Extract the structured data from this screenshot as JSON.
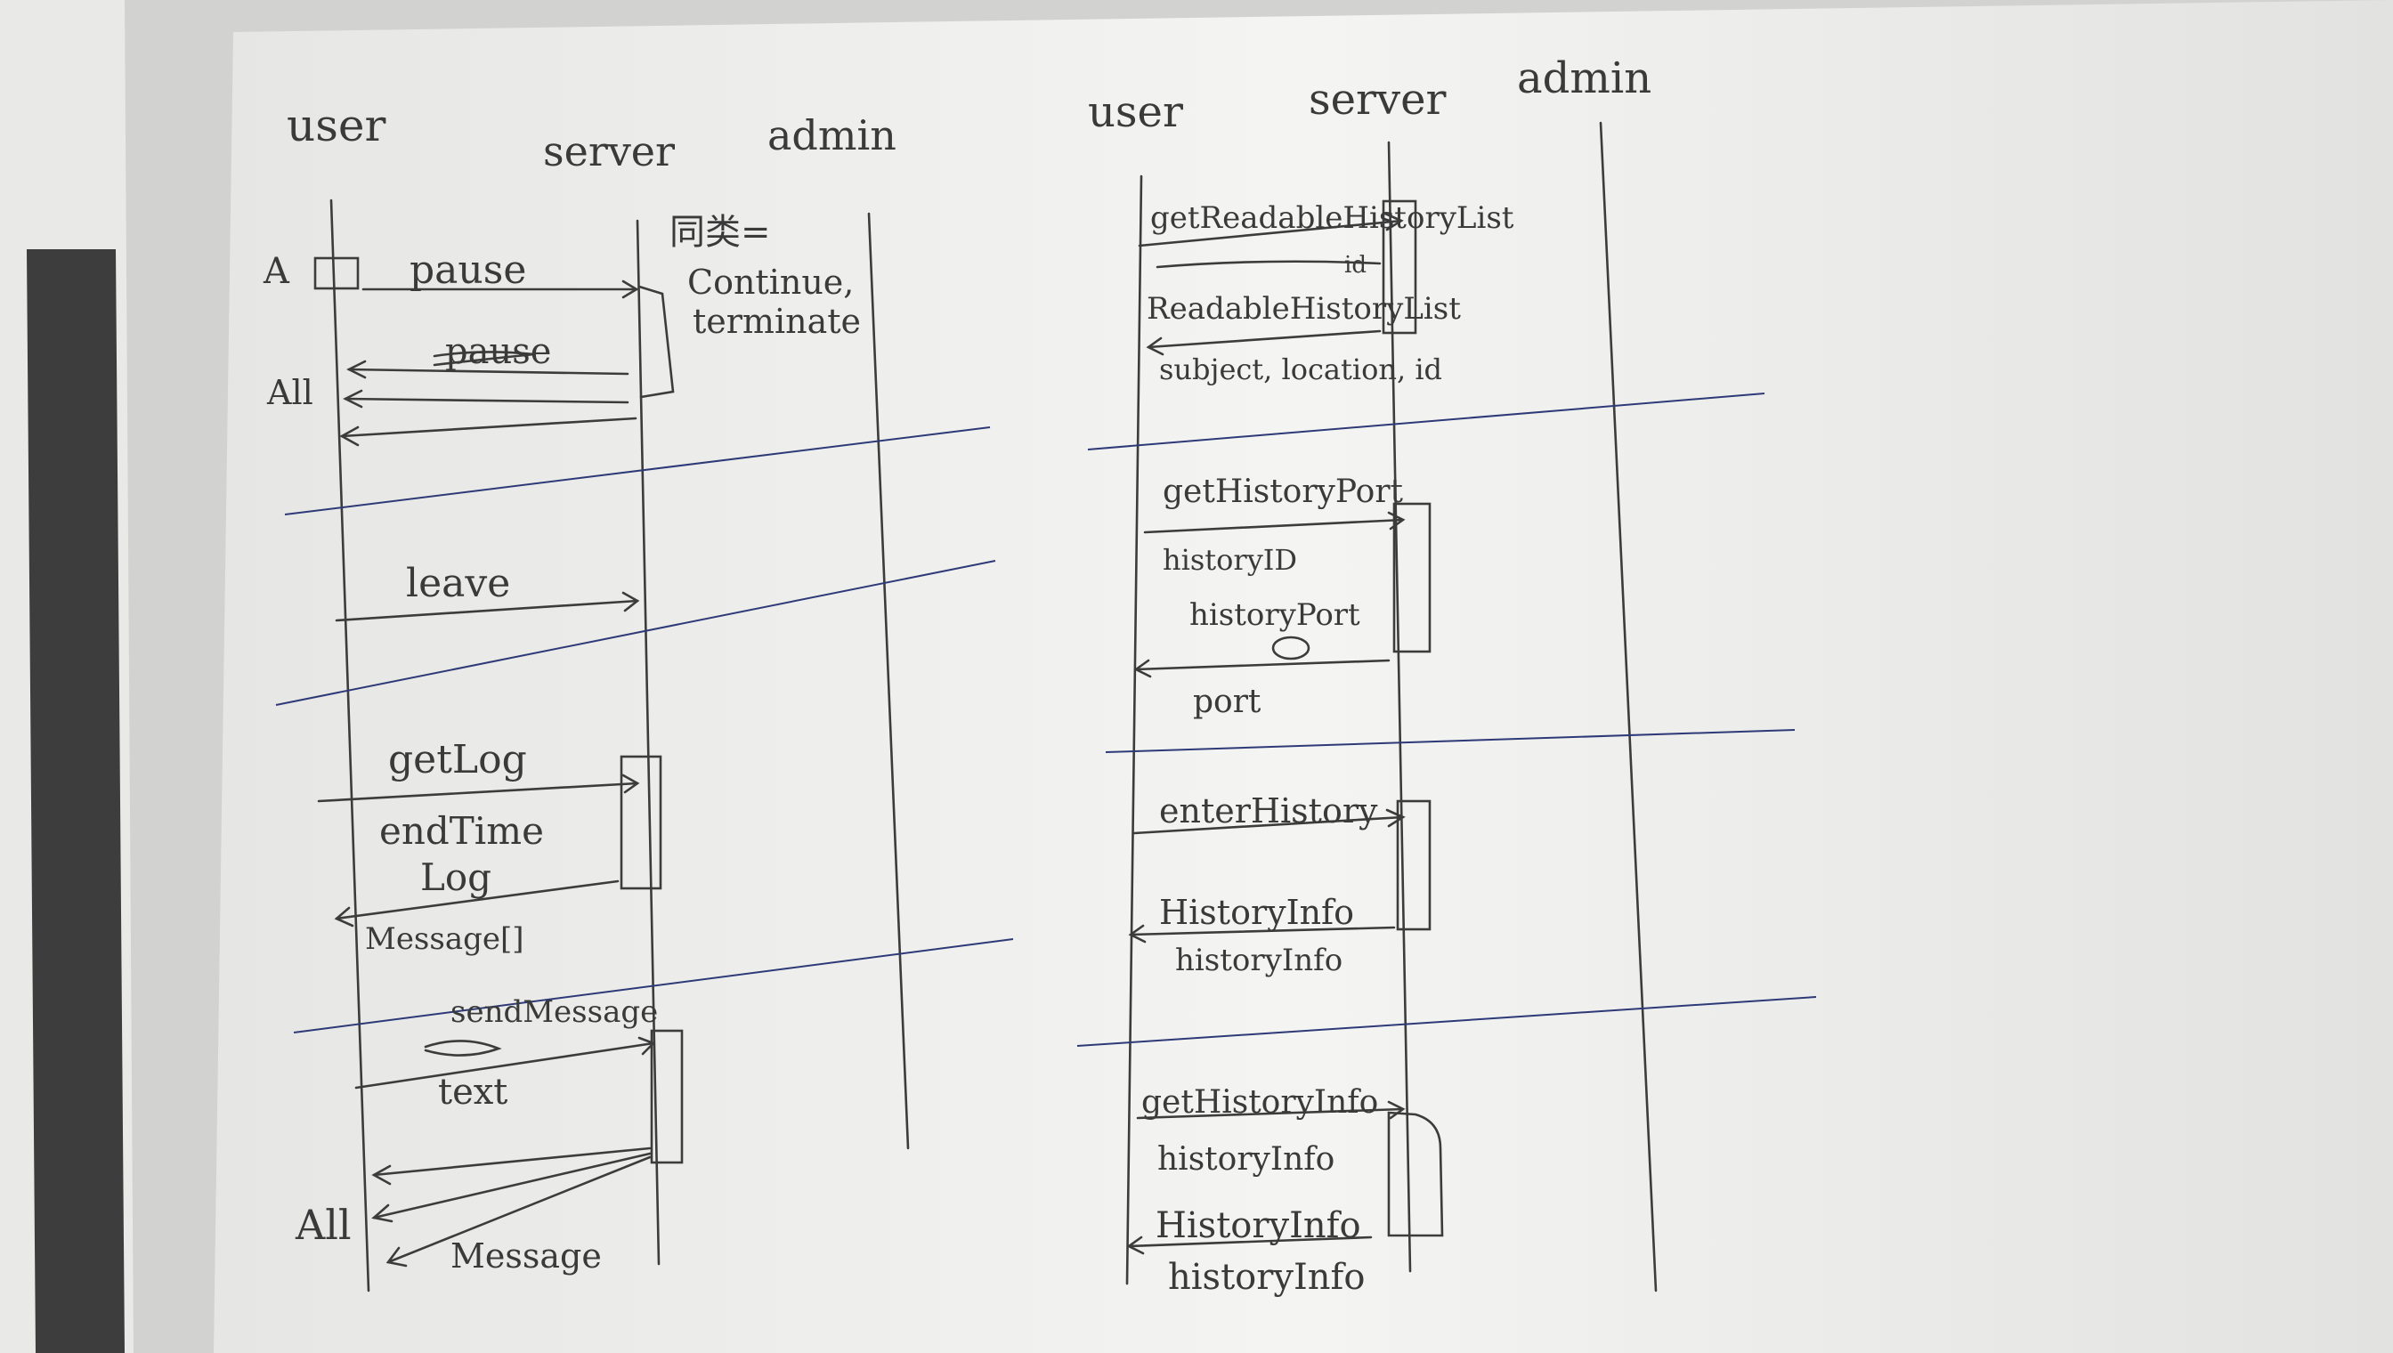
{
  "left_diagram": {
    "headers": {
      "user": "user",
      "server": "server",
      "admin": "admin"
    },
    "note": {
      "line1": "同类=",
      "line2": "Continue,",
      "line3": "terminate"
    },
    "side_labels": {
      "a": "A",
      "all_top": "All",
      "all_bottom": "All"
    },
    "sections": {
      "pause": {
        "request": "pause",
        "broadcast": "pause"
      },
      "leave": {
        "request": "leave"
      },
      "getlog": {
        "request": "getLog",
        "param": "endTime",
        "response": "Log",
        "return_type": "Message[]"
      },
      "sendmessage": {
        "request": "sendMessage",
        "param": "text",
        "return_type": "Message"
      }
    }
  },
  "right_diagram": {
    "headers": {
      "user": "user",
      "server": "server",
      "admin": "admin"
    },
    "sections": {
      "readable": {
        "request": "getReadableHistoryList",
        "param": "id",
        "response": "ReadableHistoryList",
        "return_fields": "subject, location, id"
      },
      "port": {
        "request": "getHistoryPort",
        "param": "historyID",
        "response": "historyPort",
        "return_field": "port"
      },
      "enter": {
        "request": "enterHistory",
        "response": "HistoryInfo",
        "return_field": "historyInfo"
      },
      "info": {
        "request": "getHistoryInfo",
        "param": "historyInfo",
        "response": "HistoryInfo",
        "return_field": "historyInfo"
      }
    }
  },
  "colors": {
    "pencil": "#3c3c3c",
    "ink": "#2e3a78",
    "paper": "#f3f3f1",
    "desk": "#cfcfcd"
  }
}
